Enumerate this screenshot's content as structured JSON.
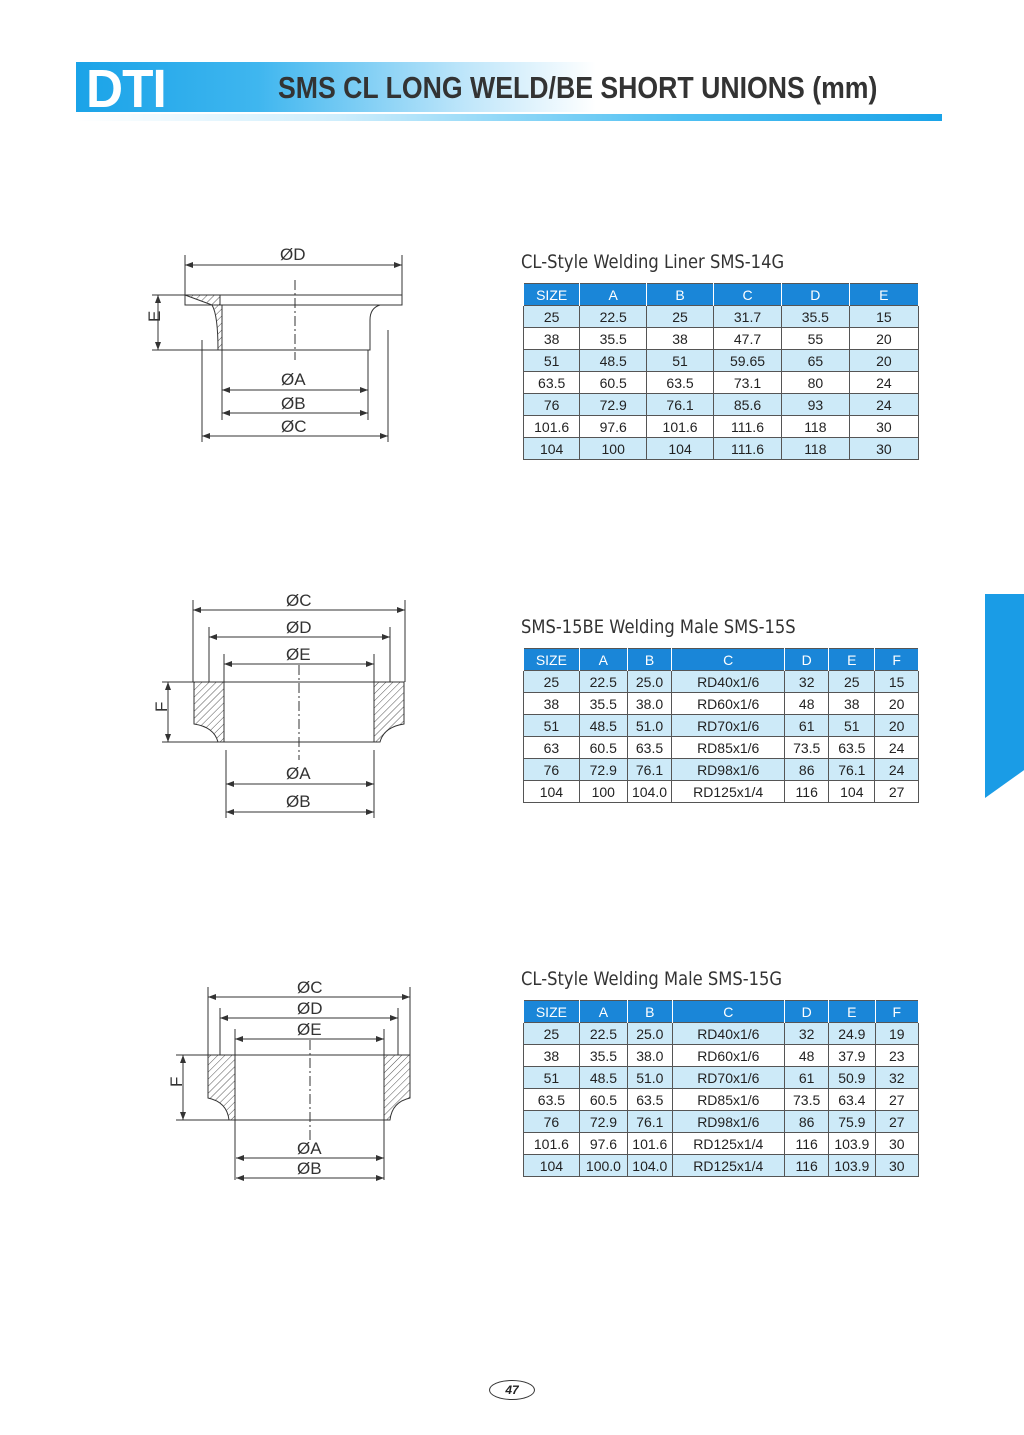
{
  "header": {
    "logo": "DTI",
    "title": "SMS CL LONG WELD/BE SHORT UNIONS (mm)"
  },
  "sections": [
    {
      "title": "CL-Style Welding Liner SMS-14G",
      "drawing_labels": {
        "d": "ØD",
        "e": "E",
        "a": "ØA",
        "b": "ØB",
        "c": "ØC"
      },
      "columns": [
        "SIZE",
        "A",
        "B",
        "C",
        "D",
        "E"
      ],
      "rows": [
        [
          "25",
          "22.5",
          "25",
          "31.7",
          "35.5",
          "15"
        ],
        [
          "38",
          "35.5",
          "38",
          "47.7",
          "55",
          "20"
        ],
        [
          "51",
          "48.5",
          "51",
          "59.65",
          "65",
          "20"
        ],
        [
          "63.5",
          "60.5",
          "63.5",
          "73.1",
          "80",
          "24"
        ],
        [
          "76",
          "72.9",
          "76.1",
          "85.6",
          "93",
          "24"
        ],
        [
          "101.6",
          "97.6",
          "101.6",
          "111.6",
          "118",
          "30"
        ],
        [
          "104",
          "100",
          "104",
          "111.6",
          "118",
          "30"
        ]
      ]
    },
    {
      "title": "SMS-15BE Welding Male SMS-15S",
      "drawing_labels": {
        "c": "ØC",
        "d": "ØD",
        "e": "ØE",
        "f": "F",
        "a": "ØA",
        "b": "ØB"
      },
      "columns": [
        "SIZE",
        "A",
        "B",
        "C",
        "D",
        "E",
        "F"
      ],
      "rows": [
        [
          "25",
          "22.5",
          "25.0",
          "RD40x1/6",
          "32",
          "25",
          "15"
        ],
        [
          "38",
          "35.5",
          "38.0",
          "RD60x1/6",
          "48",
          "38",
          "20"
        ],
        [
          "51",
          "48.5",
          "51.0",
          "RD70x1/6",
          "61",
          "51",
          "20"
        ],
        [
          "63",
          "60.5",
          "63.5",
          "RD85x1/6",
          "73.5",
          "63.5",
          "24"
        ],
        [
          "76",
          "72.9",
          "76.1",
          "RD98x1/6",
          "86",
          "76.1",
          "24"
        ],
        [
          "104",
          "100",
          "104.0",
          "RD125x1/4",
          "116",
          "104",
          "27"
        ]
      ]
    },
    {
      "title": "CL-Style Welding Male SMS-15G",
      "drawing_labels": {
        "c": "ØC",
        "d": "ØD",
        "e": "ØE",
        "f": "F",
        "a": "ØA",
        "b": "ØB"
      },
      "columns": [
        "SIZE",
        "A",
        "B",
        "C",
        "D",
        "E",
        "F"
      ],
      "rows": [
        [
          "25",
          "22.5",
          "25.0",
          "RD40x1/6",
          "32",
          "24.9",
          "19"
        ],
        [
          "38",
          "35.5",
          "38.0",
          "RD60x1/6",
          "48",
          "37.9",
          "23"
        ],
        [
          "51",
          "48.5",
          "51.0",
          "RD70x1/6",
          "61",
          "50.9",
          "32"
        ],
        [
          "63.5",
          "60.5",
          "63.5",
          "RD85x1/6",
          "73.5",
          "63.4",
          "27"
        ],
        [
          "76",
          "72.9",
          "76.1",
          "RD98x1/6",
          "86",
          "75.9",
          "27"
        ],
        [
          "101.6",
          "97.6",
          "101.6",
          "RD125x1/4",
          "116",
          "103.9",
          "30"
        ],
        [
          "104",
          "100.0",
          "104.0",
          "RD125x1/4",
          "116",
          "103.9",
          "30"
        ]
      ]
    }
  ],
  "footer": {
    "page_number": "47"
  },
  "colors": {
    "accent": "#1a86d8",
    "row_alt": "#cdeaf8"
  }
}
